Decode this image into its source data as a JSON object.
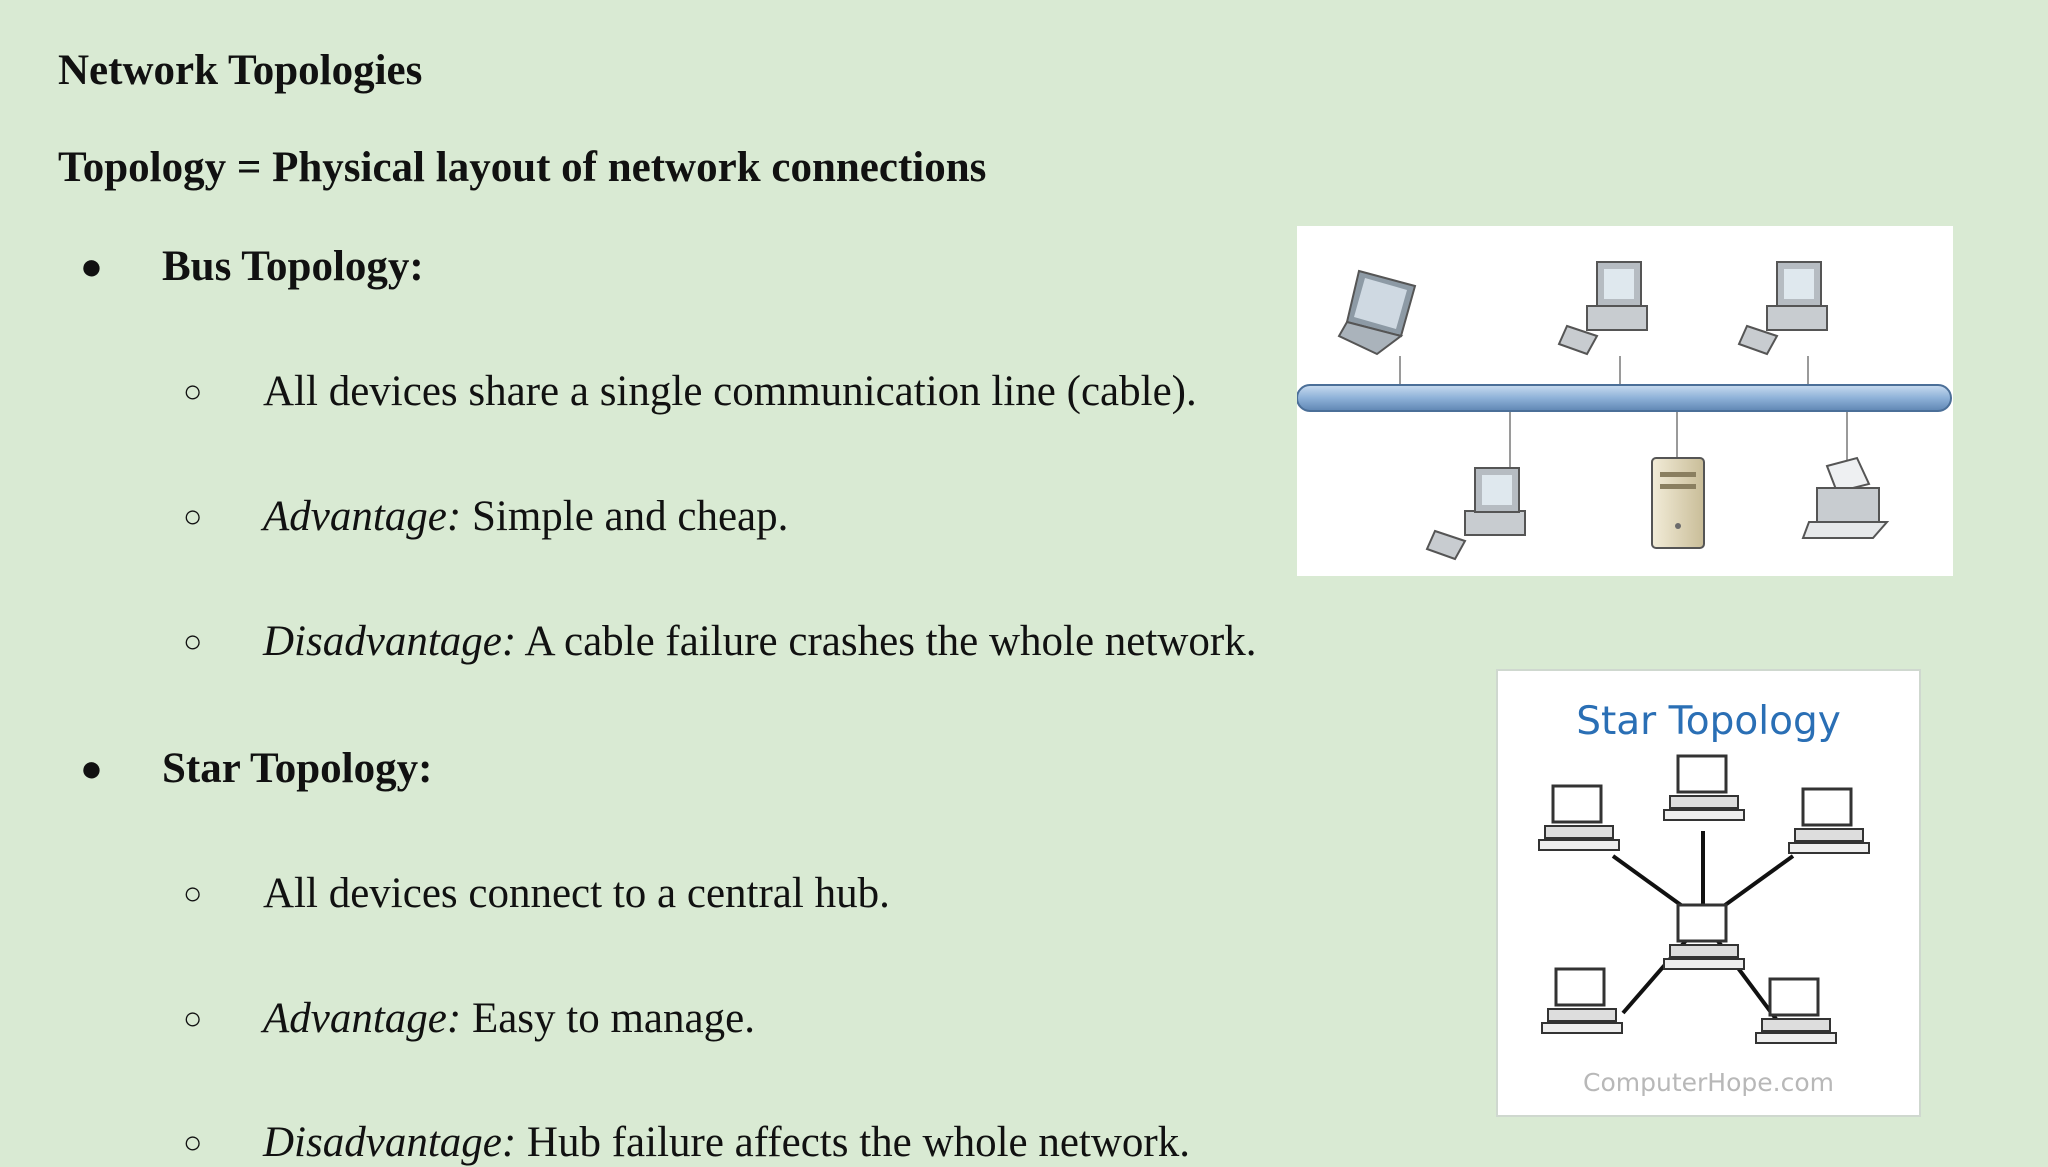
{
  "slide": {
    "title": "Network Topologies",
    "subtitle": "Topology = Physical layout of network connections"
  },
  "bus": {
    "heading": "Bus Topology:",
    "point1": "All devices share a single communication line (cable).",
    "adv_label": "Advantage:",
    "adv_text": " Simple and cheap.",
    "dis_label": "Disadvantage:",
    "dis_text": " A cable failure crashes the whole network."
  },
  "star": {
    "heading": "Star Topology:",
    "point1": "All devices connect to a central hub.",
    "adv_label": "Advantage:",
    "adv_text": " Easy to manage.",
    "dis_label": "Disadvantage:",
    "dis_text": " Hub failure affects the whole network."
  },
  "bullets": {
    "level1": "●",
    "level2": "○"
  },
  "star_image": {
    "title": "Star Topology",
    "credit": "ComputerHope.com"
  },
  "colors": {
    "background": "#d9ead3",
    "bus_cable": "#8eb1d8",
    "star_title": "#2a6fb5"
  }
}
